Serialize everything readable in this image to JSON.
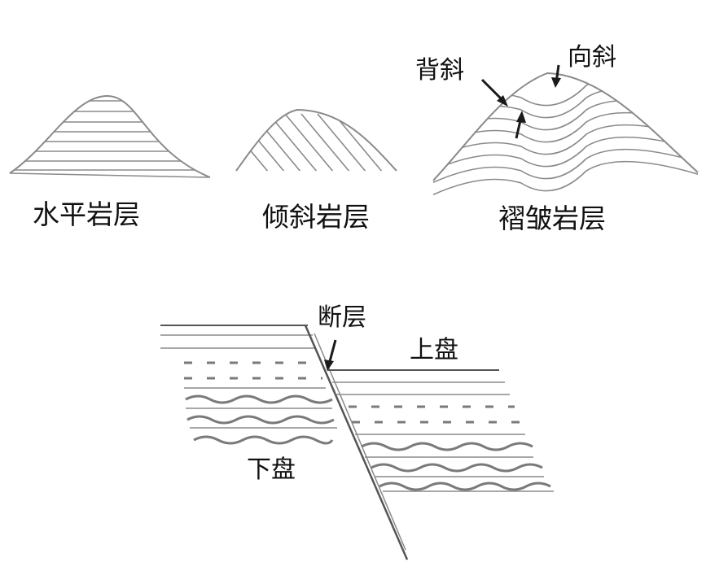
{
  "panels": {
    "horizontal": {
      "caption": "水平岩层"
    },
    "inclined": {
      "caption": "倾斜岩层"
    },
    "folded": {
      "caption": "褶皱岩层",
      "anticline_label": "背斜",
      "syncline_label": "向斜"
    },
    "fault": {
      "fault_label": "断层",
      "hanging_wall_label": "上盘",
      "footwall_label": "下盘"
    }
  },
  "colors": {
    "line": "#8a8a8a",
    "dark_line": "#555555",
    "arrow": "#1a1a1a",
    "text": "#111111"
  }
}
